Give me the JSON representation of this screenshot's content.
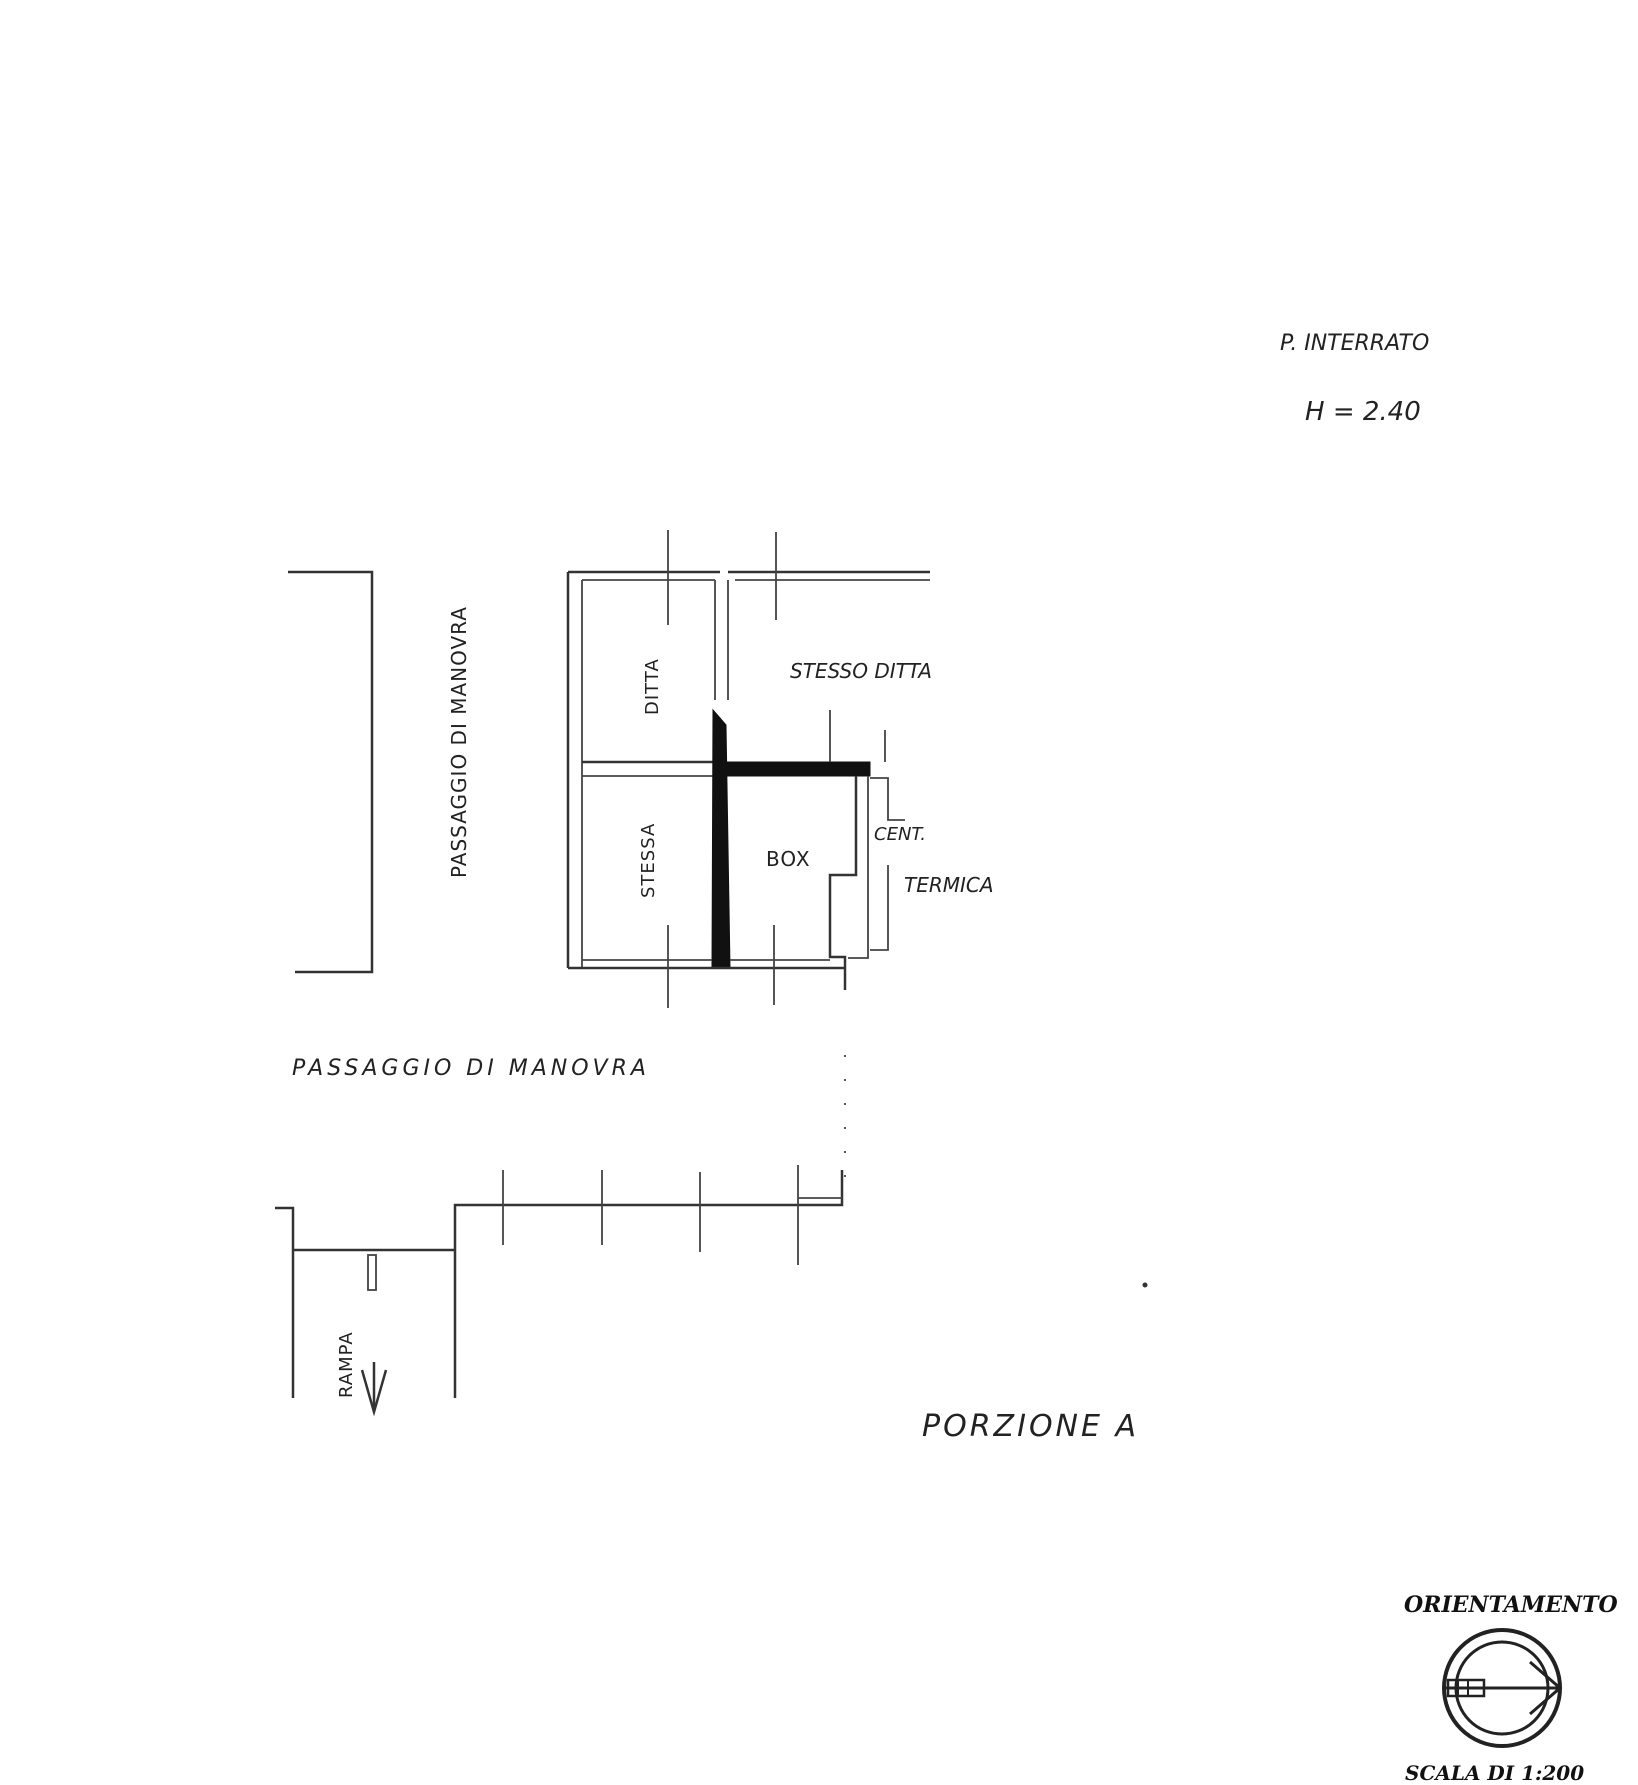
{
  "plan": {
    "floor_label": "P. INTERRATO",
    "height_label": "H = 2.40",
    "portion_label": "PORZIONE A",
    "rooms": {
      "ditta": "DITTA",
      "stesso_ditta": "STESSO DITTA",
      "stessa": "STESSA",
      "box": "BOX",
      "cent": "CENT.",
      "termica": "TERMICA",
      "rampa": "RAMPA"
    },
    "passages": {
      "vertical": "PASSAGGIO DI MANOVRA",
      "horizontal": "PASSAGGIO DI MANOVRA"
    }
  },
  "orientation": {
    "title": "ORIENTAMENTO",
    "scale": "SCALA DI 1:200",
    "icon": "compass-icon"
  }
}
